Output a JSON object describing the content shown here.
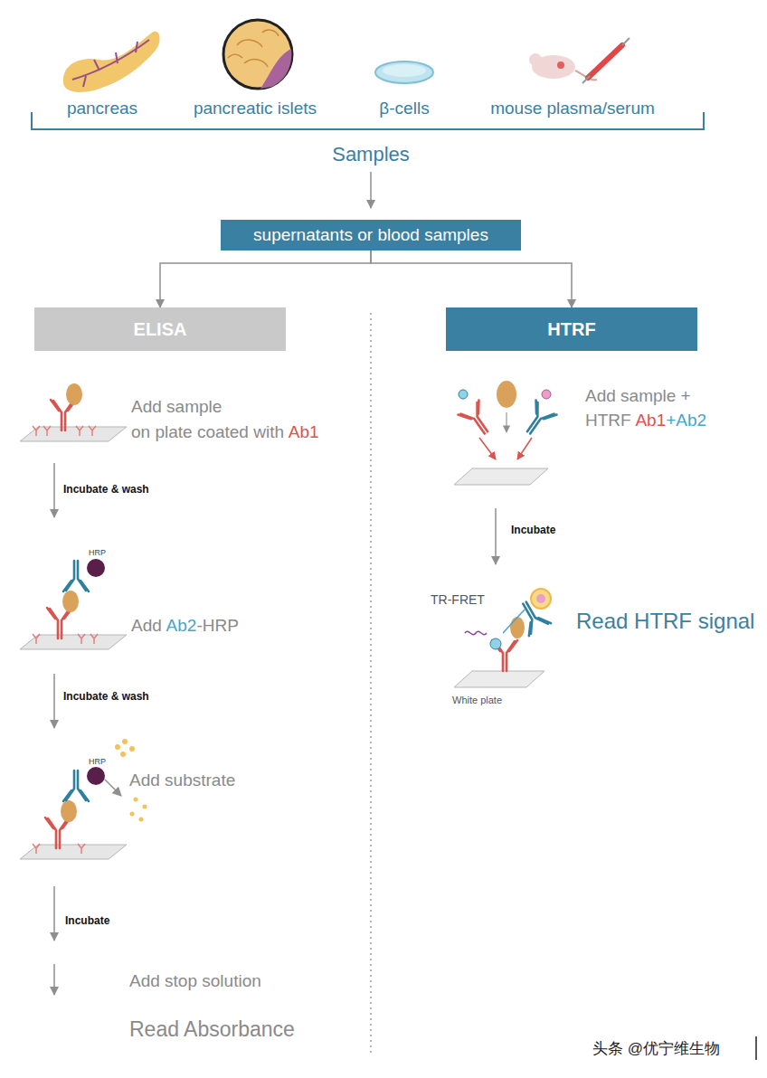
{
  "diagram": {
    "nodes": [
      {
        "text": [
          "supernatants or blood samples"
        ]
      },
      {
        "text": [
          "ELISA"
        ]
      },
      {
        "text": [
          "HTRF"
        ]
      }
    ],
    "edges": [
      {
        "from": 0,
        "to": 1,
        "arrow": "to"
      },
      {
        "from": 0,
        "to": 2,
        "arrow": "to"
      }
    ],
    "labels": [
      "pancreas",
      "pancreatic islets",
      "β-cells",
      "mouse plasma/serum",
      "Samples",
      "Add sample",
      "on plate coated with",
      "Ab1",
      "Incubate & wash",
      "HRP",
      "Add",
      "Ab2",
      "-HRP",
      "Incubate & wash",
      "HRP",
      "Add substrate",
      "Incubate",
      "Add stop solution",
      "Read Absorbance",
      "Add sample +",
      "HTRF",
      "Ab1",
      "+Ab2",
      "Incubate",
      "TR-FRET",
      "Read HTRF signal",
      "White plate",
      "头条 @优宁维生物"
    ]
  }
}
